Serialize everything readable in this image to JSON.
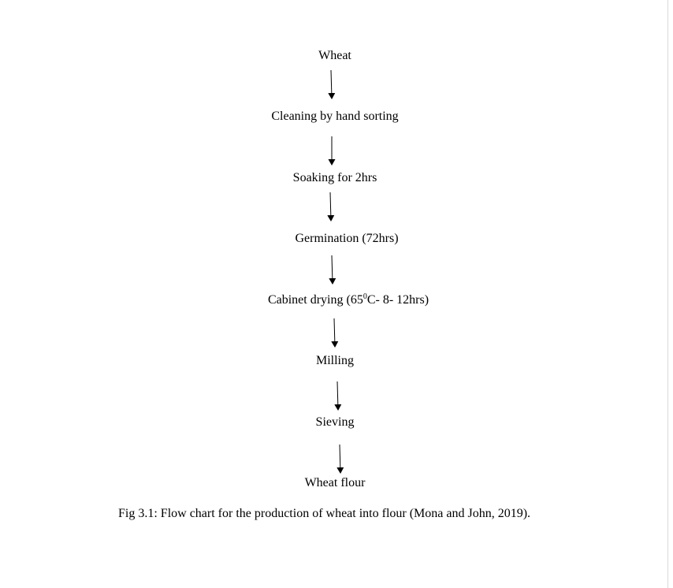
{
  "steps": [
    {
      "text": "Wheat"
    },
    {
      "text": "Cleaning by hand sorting"
    },
    {
      "text": "Soaking for 2hrs"
    },
    {
      "text": "Germination (72hrs)"
    },
    {
      "text_before": "Cabinet drying (65",
      "superscript": "0",
      "text_after": "C- 8- 12hrs)"
    },
    {
      "text": "Milling"
    },
    {
      "text": "Sieving"
    },
    {
      "text": "Wheat flour"
    }
  ],
  "caption": "Fig 3.1: Flow chart for the production of wheat into flour (Mona and John, 2019).",
  "colors": {
    "text": "#000000",
    "arrow": "#000000",
    "background": "#ffffff"
  }
}
